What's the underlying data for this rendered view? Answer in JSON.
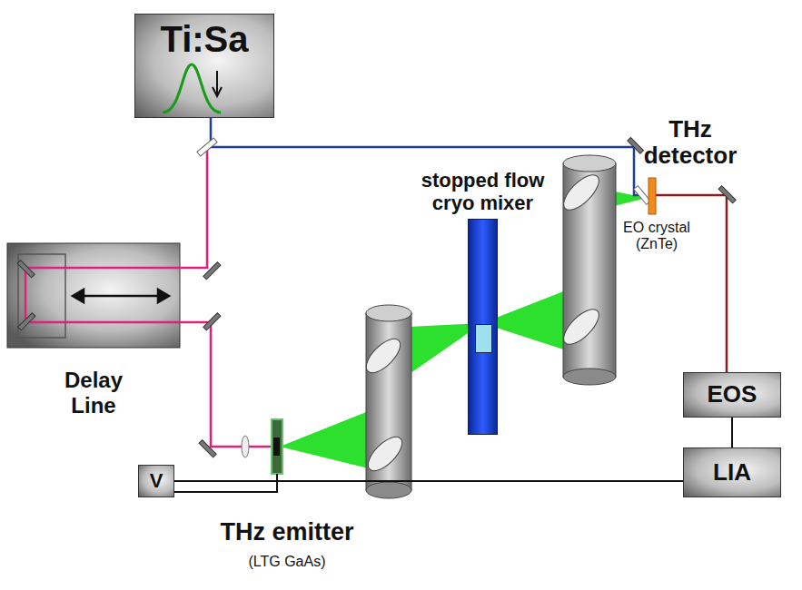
{
  "diagram": {
    "nodes": [
      {
        "text": [
          "Ti:Sa"
        ]
      },
      {
        "text": [
          "Delay Line"
        ]
      },
      {
        "text": [
          "stopped flow cryo mixer"
        ]
      },
      {
        "text": [
          "EOS"
        ]
      },
      {
        "text": [
          "LIA"
        ]
      },
      {
        "text": [
          "V"
        ]
      }
    ],
    "edges": [
      {
        "from": 3,
        "to": 4,
        "arrow": "none"
      },
      {
        "from": 5,
        "to": 4,
        "arrow": "none"
      }
    ],
    "labels": [
      "THz detector",
      "EO crystal (ZnTe)",
      "THz emitter",
      "(LTG GaAs)"
    ]
  }
}
